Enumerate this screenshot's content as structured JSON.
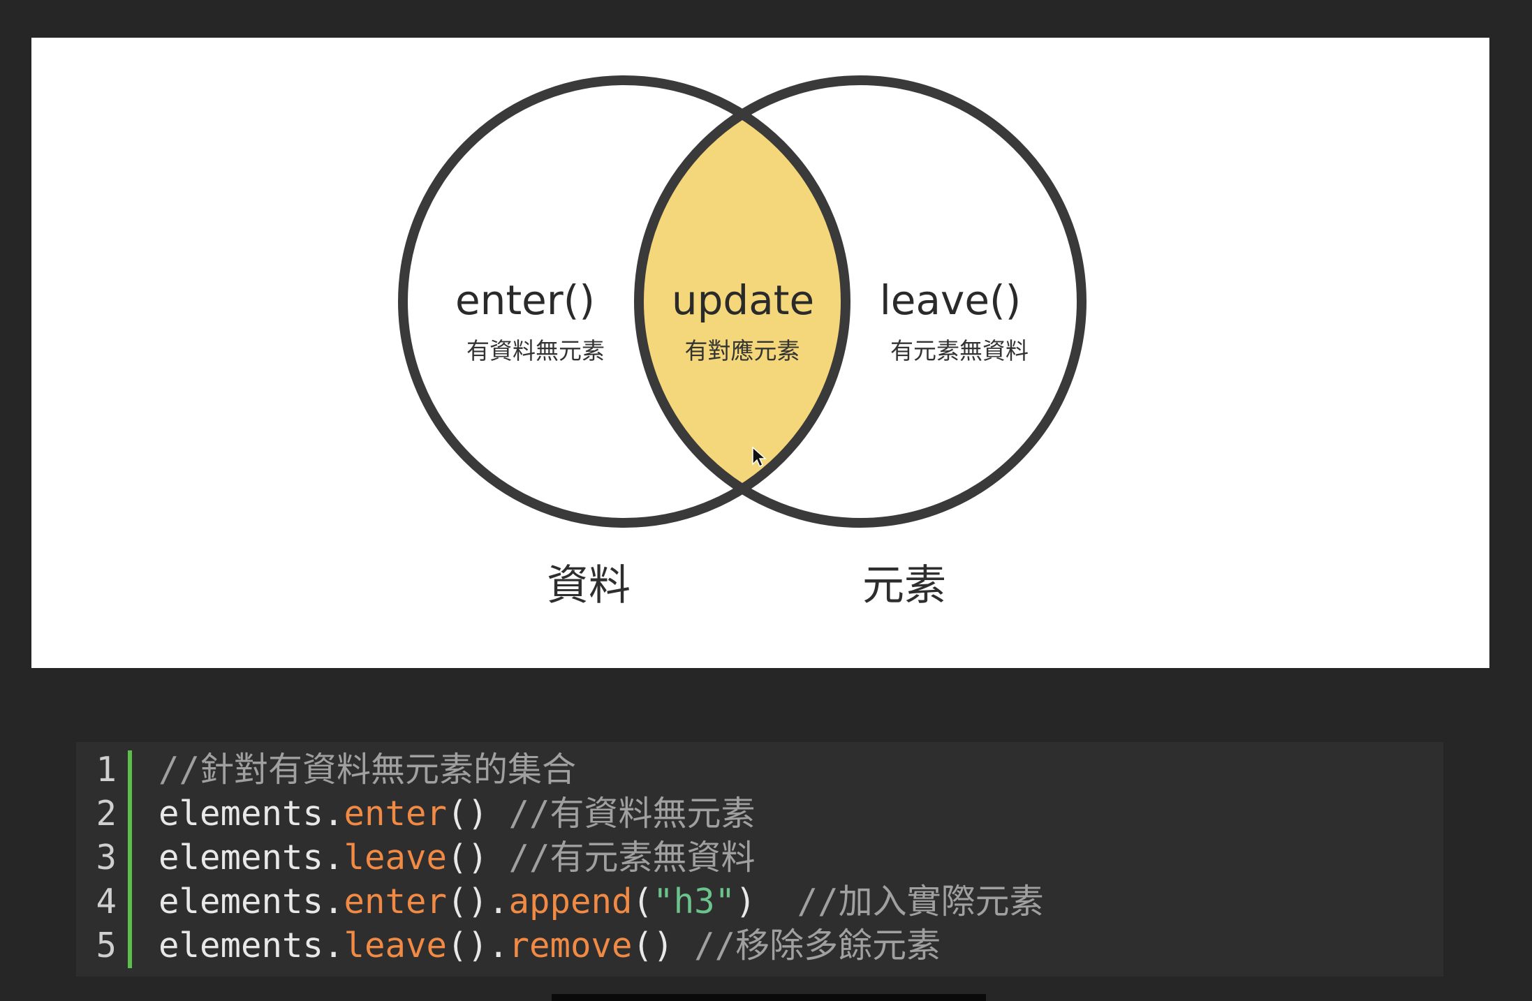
{
  "diagram": {
    "left_set": {
      "method": "enter()",
      "desc": "有資料無元素",
      "caption": "資料"
    },
    "intersection": {
      "method": "update",
      "desc": "有對應元素"
    },
    "right_set": {
      "method": "leave()",
      "desc": "有元素無資料",
      "caption": "元素"
    },
    "colors": {
      "outline": "#3a3a3a",
      "intersection_fill": "#f4d77a",
      "panel_bg": "#ffffff"
    }
  },
  "code": {
    "accent_color": "#5cbf4a",
    "lines": [
      {
        "num": "1",
        "tokens": [
          {
            "t": "//針對有資料無元素的集合",
            "k": "comment"
          }
        ]
      },
      {
        "num": "2",
        "tokens": [
          {
            "t": "elements.",
            "k": "plain"
          },
          {
            "t": "enter",
            "k": "method"
          },
          {
            "t": "() ",
            "k": "plain"
          },
          {
            "t": "//有資料無元素",
            "k": "comment"
          }
        ]
      },
      {
        "num": "3",
        "tokens": [
          {
            "t": "elements.",
            "k": "plain"
          },
          {
            "t": "leave",
            "k": "method"
          },
          {
            "t": "() ",
            "k": "plain"
          },
          {
            "t": "//有元素無資料",
            "k": "comment"
          }
        ]
      },
      {
        "num": "4",
        "tokens": [
          {
            "t": "elements.",
            "k": "plain"
          },
          {
            "t": "enter",
            "k": "method"
          },
          {
            "t": "().",
            "k": "plain"
          },
          {
            "t": "append",
            "k": "method"
          },
          {
            "t": "(",
            "k": "plain"
          },
          {
            "t": "\"h3\"",
            "k": "string"
          },
          {
            "t": ")  ",
            "k": "plain"
          },
          {
            "t": "//加入實際元素",
            "k": "comment"
          }
        ]
      },
      {
        "num": "5",
        "tokens": [
          {
            "t": "elements.",
            "k": "plain"
          },
          {
            "t": "leave",
            "k": "method"
          },
          {
            "t": "().",
            "k": "plain"
          },
          {
            "t": "remove",
            "k": "method"
          },
          {
            "t": "() ",
            "k": "plain"
          },
          {
            "t": "//移除多餘元素",
            "k": "comment"
          }
        ]
      }
    ]
  }
}
